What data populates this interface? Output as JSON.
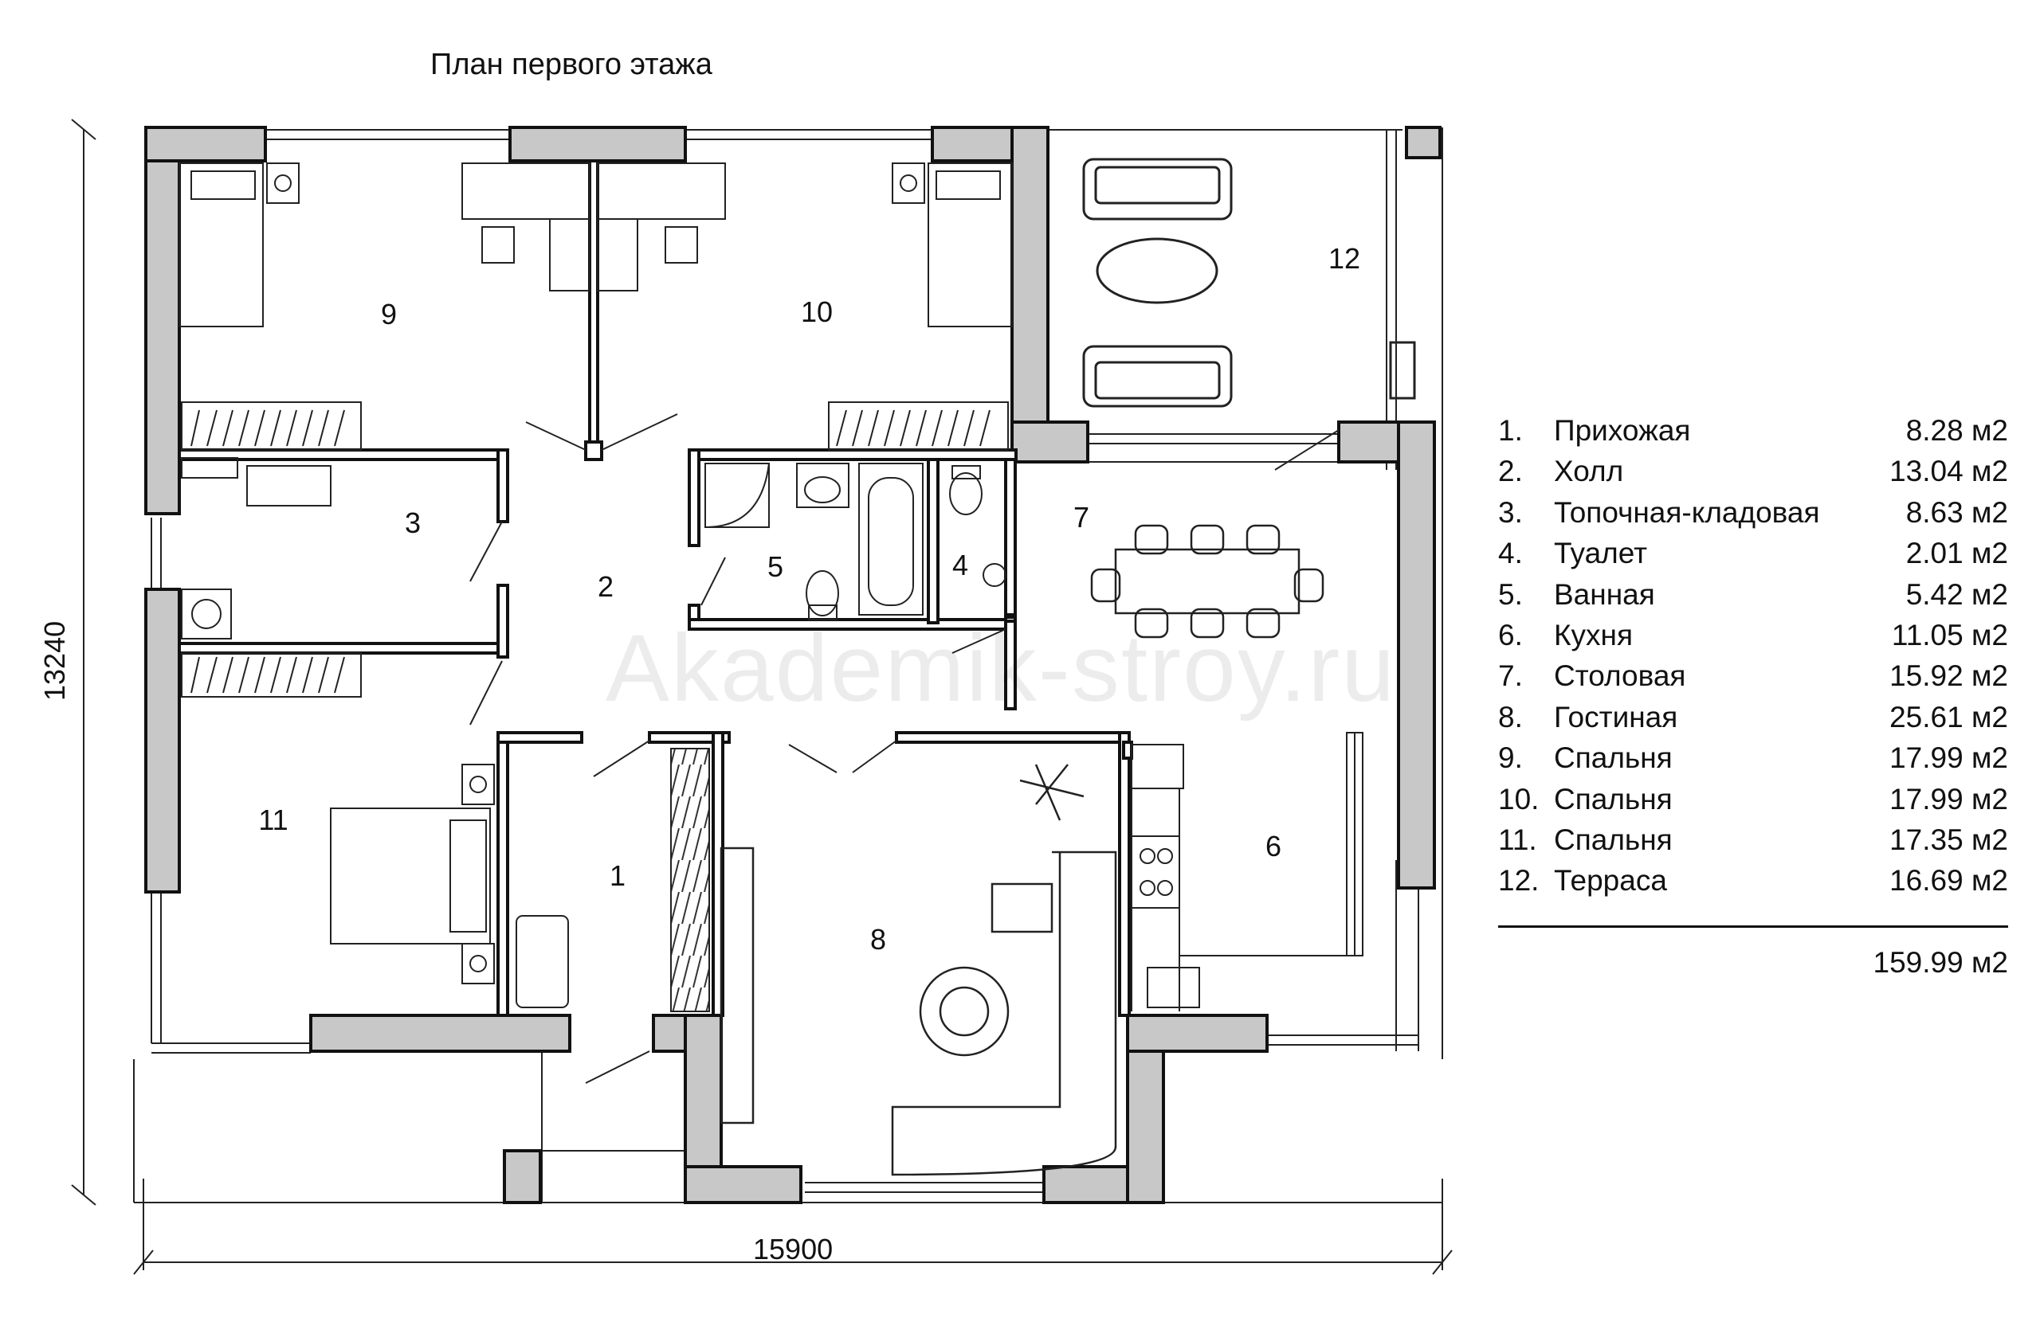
{
  "title": "План первого этажа",
  "dimensions": {
    "width": "15900",
    "height": "13240"
  },
  "watermark": "Akademik-stroy.ru",
  "rooms": [
    {
      "num": "1",
      "name": "Прихожая",
      "area": "8.28 м2"
    },
    {
      "num": "2",
      "name": "Холл",
      "area": "13.04 м2"
    },
    {
      "num": "3",
      "name": "Топочная-кладовая",
      "area": "8.63 м2"
    },
    {
      "num": "4",
      "name": "Туалет",
      "area": "2.01 м2"
    },
    {
      "num": "5",
      "name": "Ванная",
      "area": "5.42 м2"
    },
    {
      "num": "6",
      "name": "Кухня",
      "area": "11.05 м2"
    },
    {
      "num": "7",
      "name": "Столовая",
      "area": "15.92 м2"
    },
    {
      "num": "8",
      "name": "Гостиная",
      "area": "25.61 м2"
    },
    {
      "num": "9",
      "name": "Спальня",
      "area": "17.99 м2"
    },
    {
      "num": "10",
      "name": "Спальня",
      "area": "17.99 м2"
    },
    {
      "num": "11",
      "name": "Спальня",
      "area": "17.35 м2"
    },
    {
      "num": "12",
      "name": "Терраса",
      "area": "16.69 м2"
    }
  ],
  "legend_numbers": [
    "1.",
    "2.",
    "3.",
    "4.",
    "5.",
    "6.",
    "7.",
    "8.",
    "9.",
    "10.",
    "11.",
    "12."
  ],
  "total": "159.99 м2"
}
